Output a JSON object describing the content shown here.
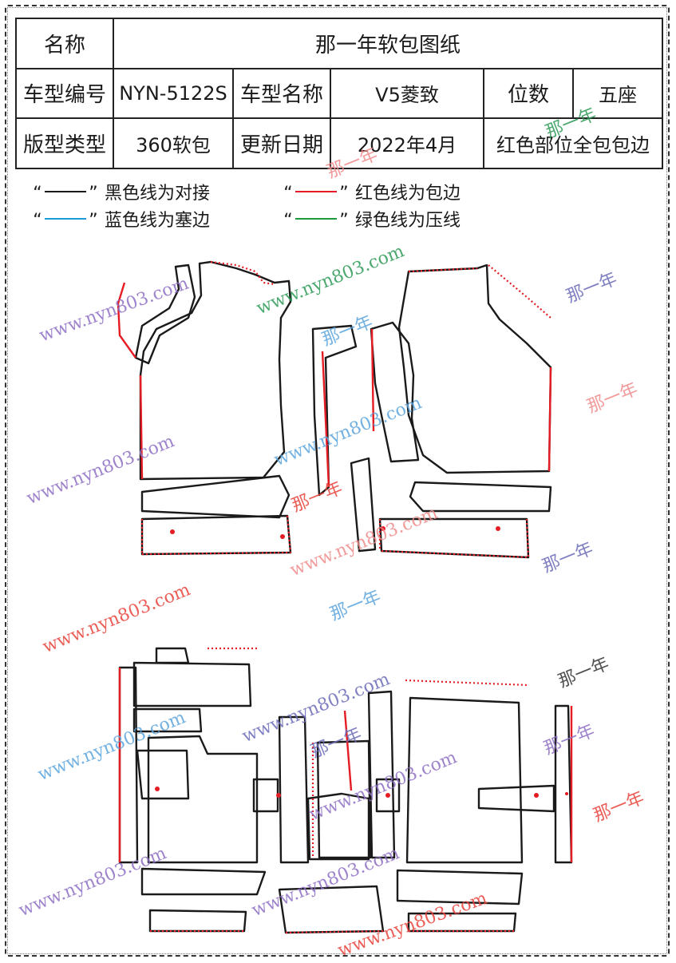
{
  "table": {
    "rows": [
      [
        {
          "text": "名称"
        },
        {
          "text": "那一年软包图纸"
        }
      ],
      [
        {
          "text": "车型编号"
        },
        {
          "text": "NYN-5122S"
        },
        {
          "text": "车型名称"
        },
        {
          "text": "V5菱致"
        },
        {
          "text": "位数"
        },
        {
          "text": "五座"
        }
      ],
      [
        {
          "text": "版型类型"
        },
        {
          "text": "360软包"
        },
        {
          "text": "更新日期"
        },
        {
          "text": "2022年4月"
        },
        {
          "text": "红色部位全包包边"
        }
      ]
    ]
  },
  "legend": [
    {
      "quote_open": "“",
      "quote_close": "”",
      "color": "#1a1a1a",
      "text": "黑色线为对接"
    },
    {
      "quote_open": "“",
      "quote_close": "”",
      "color": "#e51c23",
      "text": "红色线为包边"
    },
    {
      "quote_open": "“",
      "quote_close": "”",
      "color": "#1e9ad6",
      "text": "蓝色线为塞边"
    },
    {
      "quote_open": "“",
      "quote_close": "”",
      "color": "#1f9a3a",
      "text": "绿色线为压线"
    }
  ],
  "watermarks": {
    "url": "www.nyn803.com",
    "brand": "那一年"
  },
  "colors": {
    "butt_joint": "#1a1a1a",
    "edge_wrap": "#e51c23",
    "tuck_edge": "#1e9ad6",
    "press_line": "#1f9a3a",
    "watermark_purple": "#8e6fc4",
    "watermark_blue": "#5aa4dc",
    "watermark_green": "#2c9a55",
    "watermark_red": "#e8433a",
    "watermark_pink": "#ef8a8a"
  }
}
